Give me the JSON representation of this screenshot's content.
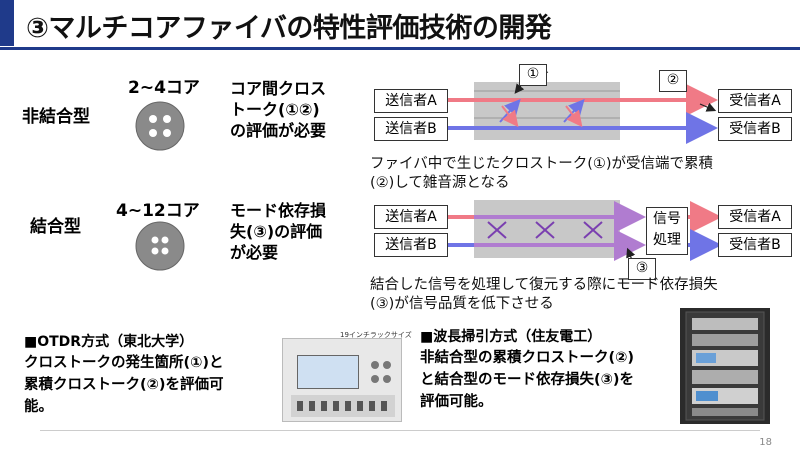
{
  "title": "③マルチコアファイバの特性評価技術の開発",
  "uncoupled": {
    "label": "非結合型",
    "cores": "2~4コア",
    "need": [
      "コア間クロス",
      "トーク(①②)",
      "の評価が必要"
    ],
    "tx_a": "送信者A",
    "tx_b": "送信者B",
    "rx_a": "受信者A",
    "rx_b": "受信者B",
    "marker1": "①",
    "marker2": "②",
    "note": [
      "ファイバ中で生じたクロストーク(①)が受信端で累積",
      "(②)して雑音源となる"
    ]
  },
  "coupled": {
    "label": "結合型",
    "cores": "4~12コア",
    "need": [
      "モード依存損",
      "失(③)の評価",
      "が必要"
    ],
    "tx_a": "送信者A",
    "tx_b": "送信者B",
    "processing": [
      "信号",
      "処理"
    ],
    "rx_a": "受信者A",
    "rx_b": "受信者B",
    "marker3": "③",
    "note": [
      "結合した信号を処理して復元する際にモード依存損失",
      "(③)が信号品質を低下させる"
    ]
  },
  "otdr": {
    "heading": "■OTDR方式（東北大学）",
    "body": [
      "クロストークの発生箇所(①)と",
      "累積クロストーク(②)を評価可",
      "能。"
    ],
    "photo_caption": "19インチラックサイズ"
  },
  "sweep": {
    "heading": "■波長掃引方式（住友電工）",
    "body": [
      "非結合型の累積クロストーク(②)",
      "と結合型のモード依存損失(③)を",
      "評価可能。"
    ]
  },
  "page_number": "18",
  "colors": {
    "accent": "#1f3a8a",
    "signal_red": "#f07a86",
    "signal_blue": "#6f74e6",
    "signal_purple": "#b07cd0",
    "fiber_gray": "#c8c8c8"
  }
}
